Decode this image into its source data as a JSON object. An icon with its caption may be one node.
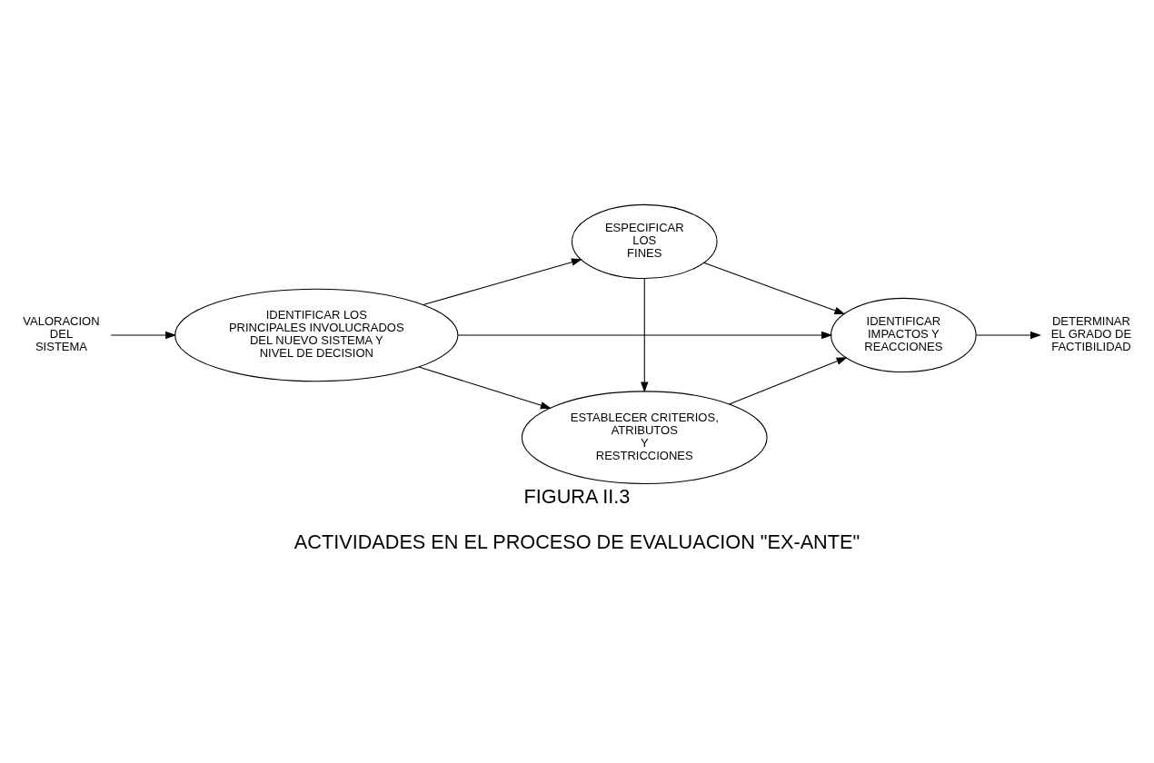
{
  "diagram": {
    "title": "FIGURA II.3",
    "caption": "ACTIVIDADES EN EL PROCESO DE EVALUACION \"EX-ANTE\"",
    "nodes": [
      {
        "text": [
          "VALORACION DEL SISTEMA"
        ]
      },
      {
        "text": [
          "IDENTIFICAR LOS PRINCIPALES INVOLUCRADOS DEL NUEVO SISTEMA Y NIVEL DE DECISION"
        ]
      },
      {
        "text": [
          "ESPECIFICAR LOS FINES"
        ]
      },
      {
        "text": [
          "ESTABLECER CRITERIOS, ATRIBUTOS Y RESTRICCIONES"
        ]
      },
      {
        "text": [
          "IDENTIFICAR IMPACTOS Y REACCIONES"
        ]
      },
      {
        "text": [
          "DETERMINAR EL GRADO DE FACTIBILIDAD"
        ]
      }
    ],
    "edges": [
      {
        "from": 0,
        "to": 1,
        "arrow": "to"
      },
      {
        "from": 1,
        "to": 2,
        "arrow": "to"
      },
      {
        "from": 1,
        "to": 4,
        "arrow": "to"
      },
      {
        "from": 1,
        "to": 3,
        "arrow": "to"
      },
      {
        "from": 2,
        "to": 3,
        "arrow": "to"
      },
      {
        "from": 2,
        "to": 4,
        "arrow": "to"
      },
      {
        "from": 3,
        "to": 4,
        "arrow": "to"
      },
      {
        "from": 4,
        "to": 5,
        "arrow": "to"
      }
    ]
  }
}
